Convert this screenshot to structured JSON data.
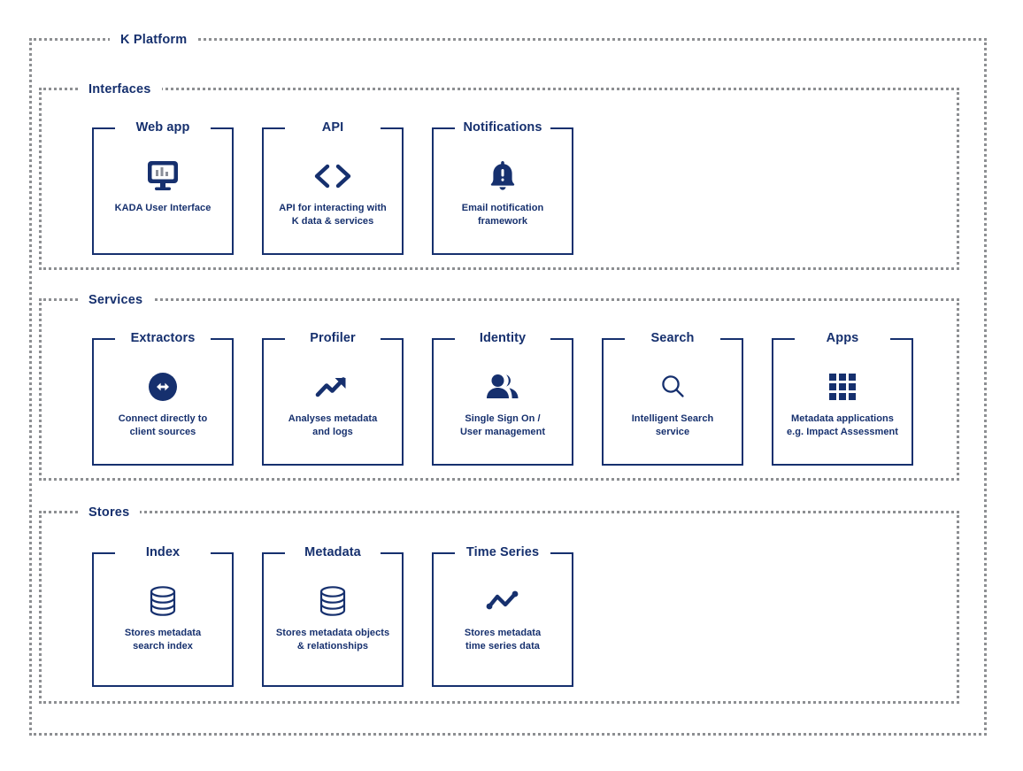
{
  "diagram": {
    "outer": {
      "label": "K Platform"
    },
    "sections": [
      {
        "key": "interfaces",
        "label": "Interfaces",
        "cards": [
          {
            "title": "Web app",
            "desc": "KADA User Interface",
            "icon": "monitor-chart-icon"
          },
          {
            "title": "API",
            "desc": "API for interacting with\nK data & services",
            "icon": "code-brackets-icon"
          },
          {
            "title": "Notifications",
            "desc": "Email notification\nframework",
            "icon": "bell-alert-icon"
          }
        ]
      },
      {
        "key": "services",
        "label": "Services",
        "cards": [
          {
            "title": "Extractors",
            "desc": "Connect directly to\nclient sources",
            "icon": "bidirectional-arrow-circle-icon"
          },
          {
            "title": "Profiler",
            "desc": "Analyses metadata\nand logs",
            "icon": "trending-up-arrow-icon"
          },
          {
            "title": "Identity",
            "desc": "Single Sign On /\nUser management",
            "icon": "people-icon"
          },
          {
            "title": "Search",
            "desc": "Intelligent Search\nservice",
            "icon": "magnifying-glass-icon"
          },
          {
            "title": "Apps",
            "desc": "Metadata applications\ne.g. Impact Assessment",
            "icon": "grid-apps-icon"
          }
        ]
      },
      {
        "key": "stores",
        "label": "Stores",
        "cards": [
          {
            "title": "Index",
            "desc": "Stores metadata\nsearch index",
            "icon": "database-cylinder-icon"
          },
          {
            "title": "Metadata",
            "desc": "Stores metadata objects\n& relationships",
            "icon": "database-cylinder-icon"
          },
          {
            "title": "Time Series",
            "desc": "Stores metadata\ntime series data",
            "icon": "line-chart-dots-icon"
          }
        ]
      }
    ]
  },
  "colors": {
    "navy": "#16306e",
    "accent": "#1d4289",
    "dotted_border": "#8d8f92",
    "background": "#ffffff"
  }
}
